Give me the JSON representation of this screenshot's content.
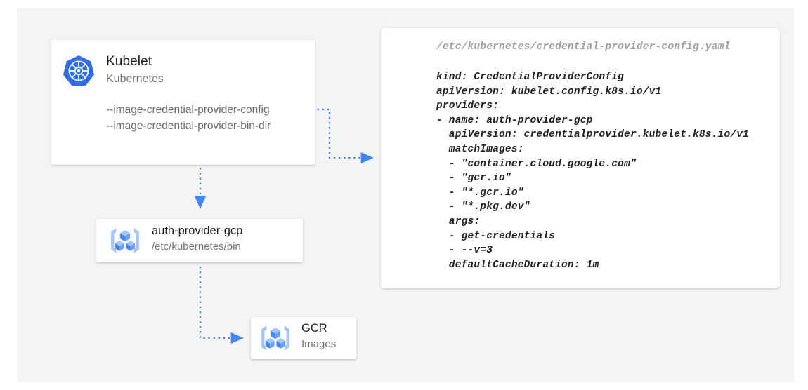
{
  "canvas": {
    "background": "#f4f4f4",
    "page_background": "#ffffff"
  },
  "colors": {
    "kubernetes_blue": "#326CE5",
    "connector_blue": "#4285F4",
    "icon_blue_dark": "#4285F4",
    "icon_blue_light": "#A7C4F7",
    "text_primary": "#202124",
    "text_secondary": "#757575",
    "code_text": "#212121",
    "code_path_text": "#9e9e9e"
  },
  "kubelet_card": {
    "icon": "kubernetes-logo-icon",
    "title": "Kubelet",
    "subtitle": "Kubernetes",
    "flags": [
      "--image-credential-provider-config",
      "--image-credential-provider-bin-dir"
    ]
  },
  "auth_provider_card": {
    "icon": "container-registry-icon",
    "title": "auth-provider-gcp",
    "subtitle": "/etc/kubernetes/bin"
  },
  "gcr_card": {
    "icon": "container-registry-icon",
    "title": "GCR",
    "subtitle": "Images"
  },
  "yaml_panel": {
    "path": "/etc/kubernetes/credential-provider-config.yaml",
    "lines": [
      "kind: CredentialProviderConfig",
      "apiVersion: kubelet.config.k8s.io/v1",
      "providers:",
      "- name: auth-provider-gcp",
      "  apiVersion: credentialprovider.kubelet.k8s.io/v1",
      "  matchImages:",
      "  - \"container.cloud.google.com\"",
      "  - \"gcr.io\"",
      "  - \"*.gcr.io\"",
      "  - \"*.pkg.dev\"",
      "  args:",
      "  - get-credentials",
      "  - --v=3",
      "  defaultCacheDuration: 1m"
    ]
  },
  "connectors": [
    {
      "name": "kubelet-config-to-yaml",
      "from": "kubelet-card-config-flag",
      "to": "yaml-panel",
      "style": "dotted",
      "arrow": "right"
    },
    {
      "name": "kubelet-to-auth-provider",
      "from": "kubelet-card",
      "to": "auth-provider-card",
      "style": "dotted",
      "arrow": "down"
    },
    {
      "name": "auth-provider-to-gcr",
      "from": "auth-provider-card",
      "to": "gcr-card",
      "style": "dotted",
      "arrow": "right"
    }
  ]
}
